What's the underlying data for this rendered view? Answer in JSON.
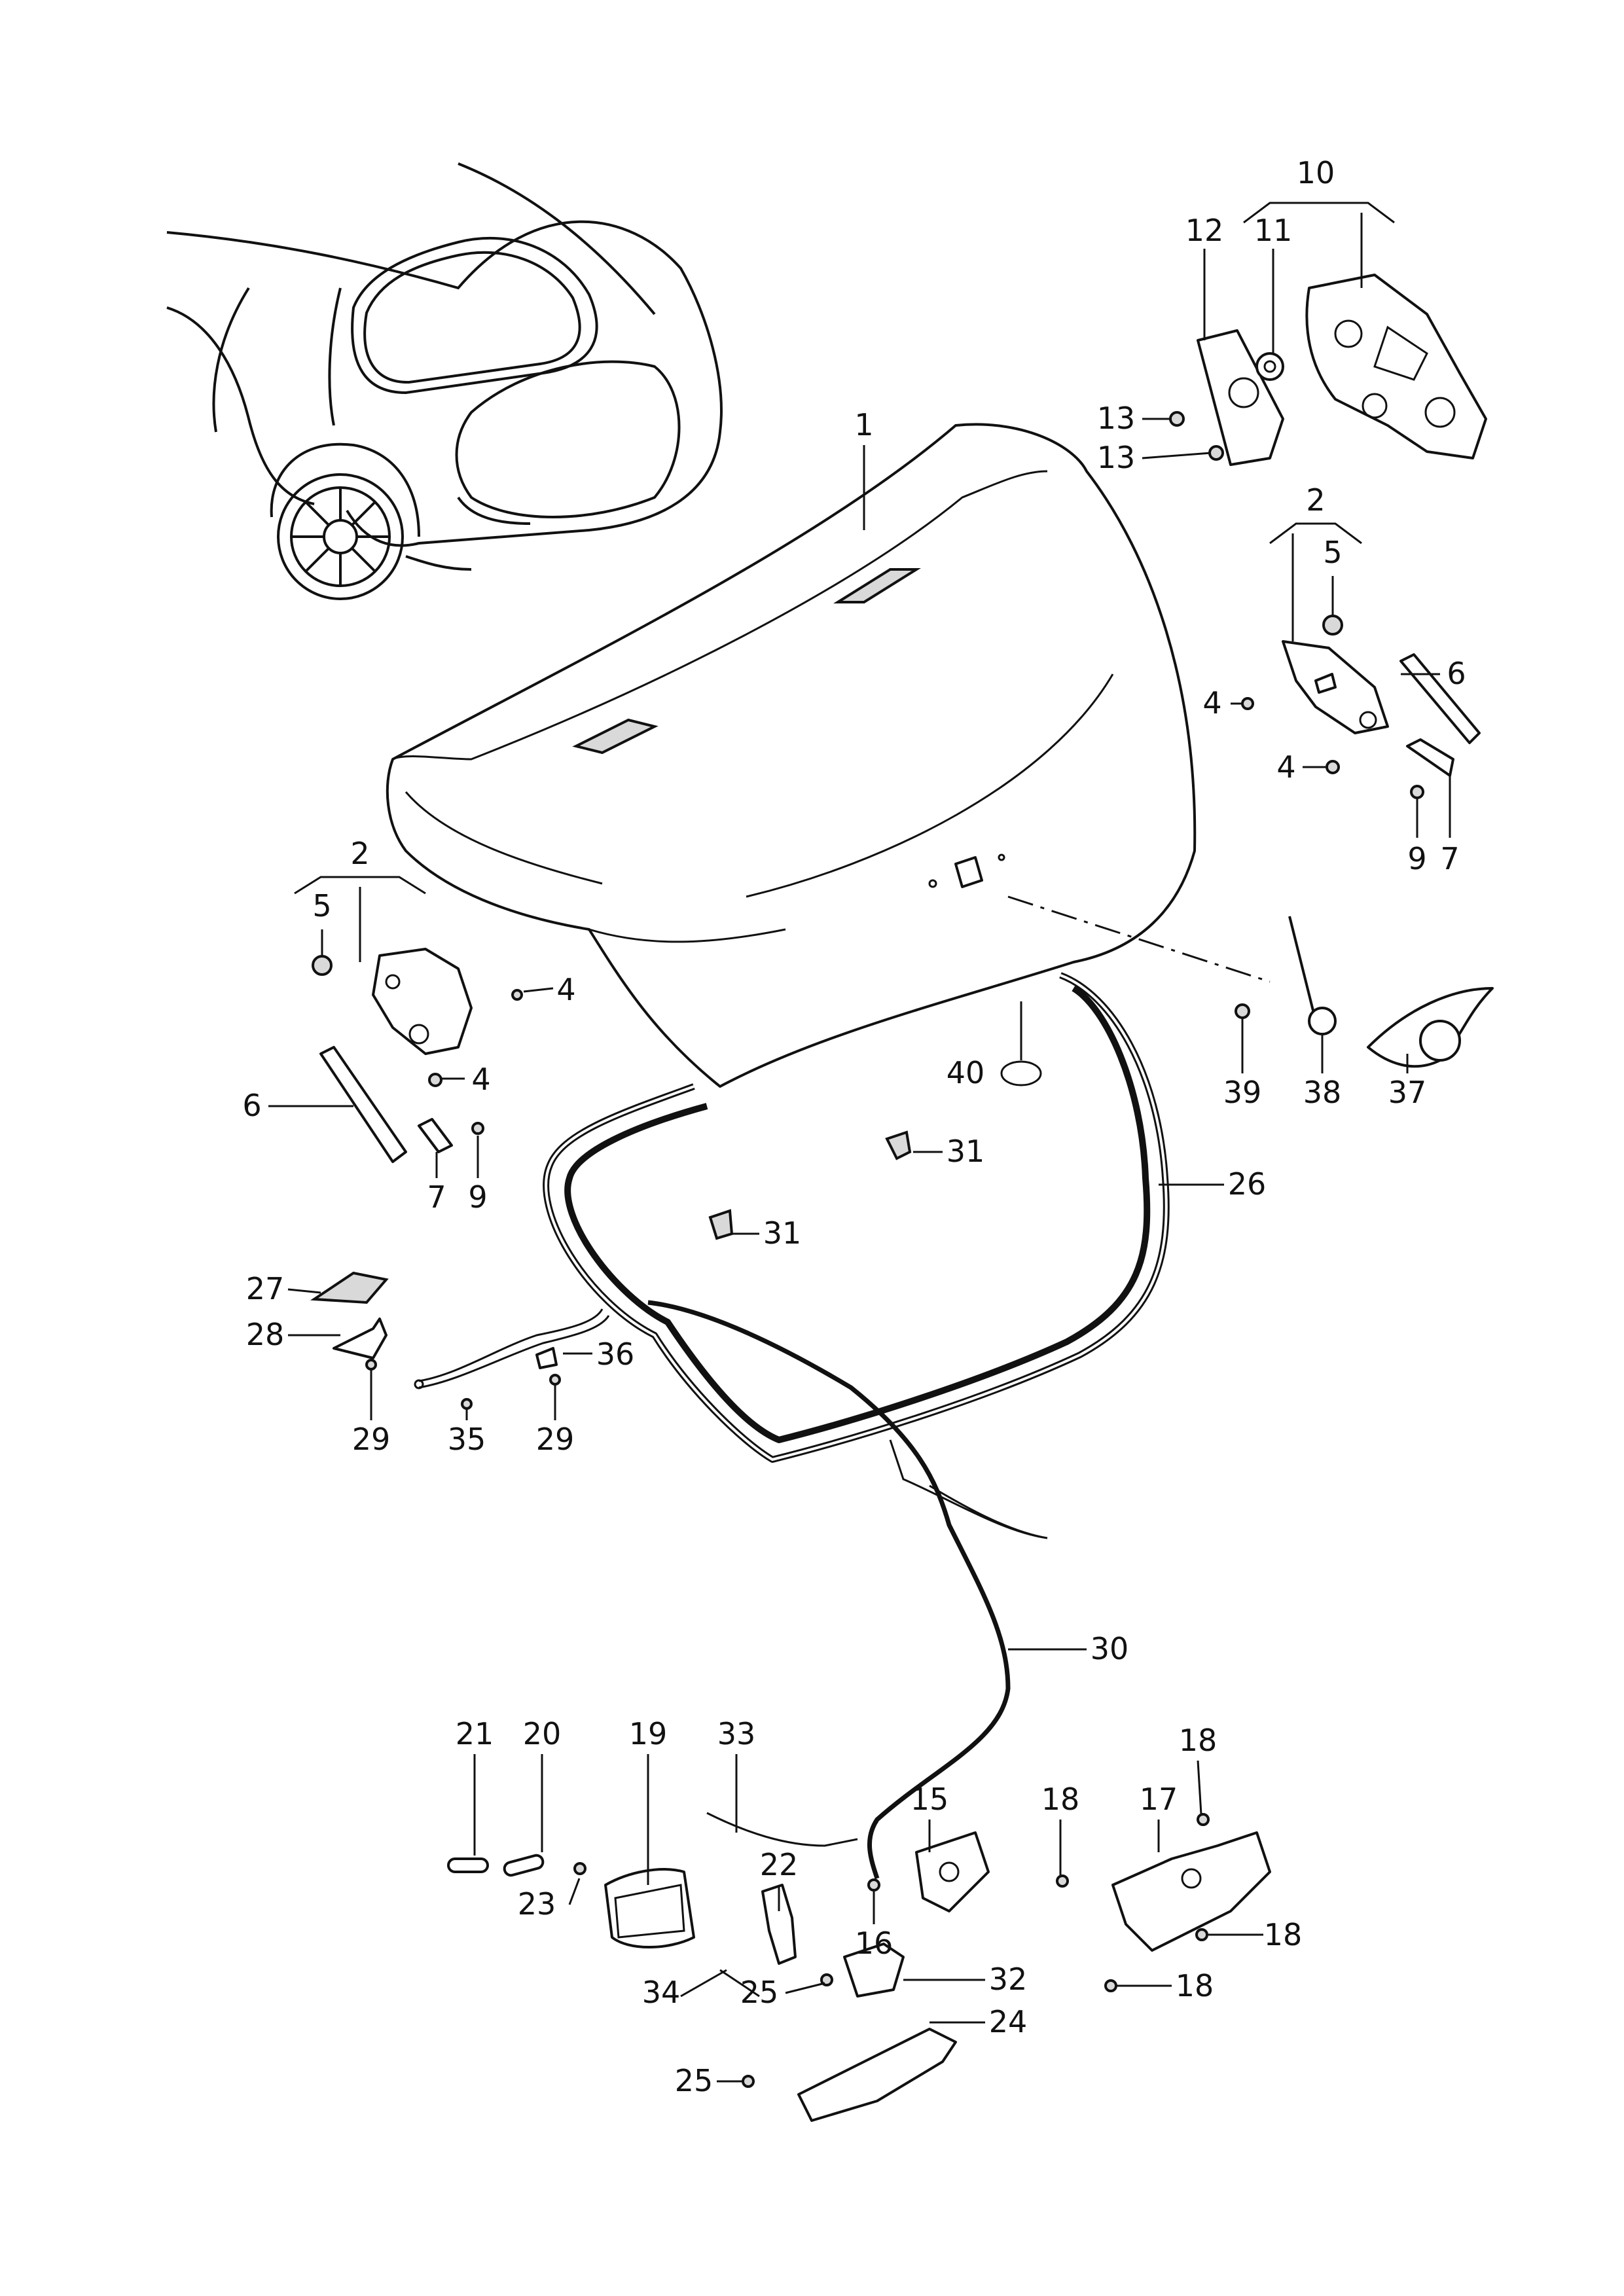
{
  "callouts": [
    "1",
    "2",
    "2",
    "4",
    "4",
    "4",
    "4",
    "5",
    "5",
    "6",
    "6",
    "7",
    "7",
    "9",
    "9",
    "10",
    "11",
    "12",
    "13",
    "13",
    "15",
    "16",
    "17",
    "18",
    "18",
    "18",
    "18",
    "19",
    "20",
    "21",
    "22",
    "23",
    "24",
    "25",
    "25",
    "26",
    "27",
    "28",
    "29",
    "29",
    "30",
    "31",
    "31",
    "32",
    "33",
    "34",
    "35",
    "36",
    "37",
    "38",
    "39",
    "40"
  ]
}
